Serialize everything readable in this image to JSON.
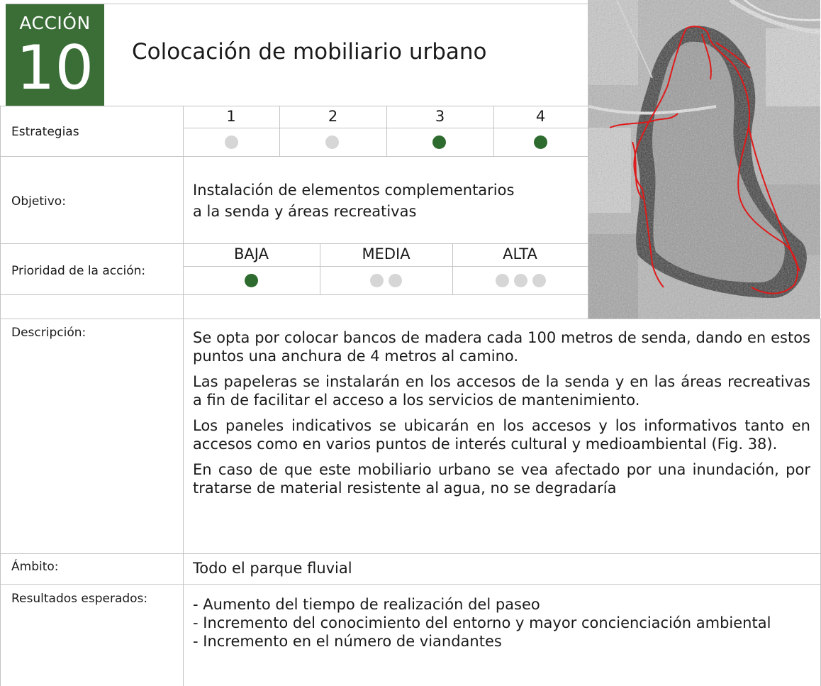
{
  "header": {
    "badge_word": "ACCIÓN",
    "badge_number": "10",
    "title": "Colocación de mobiliario urbano"
  },
  "colors": {
    "badge_green": "#3a6e36",
    "dot_active": "#2e6b2e",
    "dot_inactive": "#d6d6d6",
    "route_red": "#e01a1a"
  },
  "strategies": {
    "label": "Estrategias",
    "columns": [
      {
        "number": "1",
        "active": false
      },
      {
        "number": "2",
        "active": false
      },
      {
        "number": "3",
        "active": true
      },
      {
        "number": "4",
        "active": true
      }
    ]
  },
  "objective": {
    "label": "Objetivo:",
    "lines": [
      "Instalación de elementos complementarios",
      "a la senda y áreas recreativas"
    ]
  },
  "priority": {
    "label": "Prioridad de la acción:",
    "levels": [
      {
        "name": "BAJA",
        "dots": 1,
        "active": true
      },
      {
        "name": "MEDIA",
        "dots": 2,
        "active": false
      },
      {
        "name": "ALTA",
        "dots": 3,
        "active": false
      }
    ]
  },
  "description": {
    "label": "Descripción:",
    "paragraphs": [
      "Se opta por colocar bancos de madera cada 100 metros de senda, dando en estos puntos una anchura de 4 metros al camino.",
      "Las papeleras se instalarán en los accesos de la senda y en las áreas recreativas a fin de facilitar el acceso a los servicios de mantenimiento.",
      "Los paneles indicativos se ubicarán en los accesos y los informativos tanto en accesos como en varios puntos de interés cultural y medioambiental (Fig. 38).",
      "En caso de que este mobiliario urbano se vea afectado por una inundación, por tratarse de material resistente al agua, no se degradaría"
    ]
  },
  "scope": {
    "label": "Ámbito:",
    "value": "Todo el parque fluvial"
  },
  "results": {
    "label": "Resultados esperados:",
    "items": [
      "- Aumento del tiempo de realización del paseo",
      "- Incremento del conocimiento del entorno y mayor concienciación ambiental",
      "- Incremento en el número de viandantes"
    ]
  }
}
